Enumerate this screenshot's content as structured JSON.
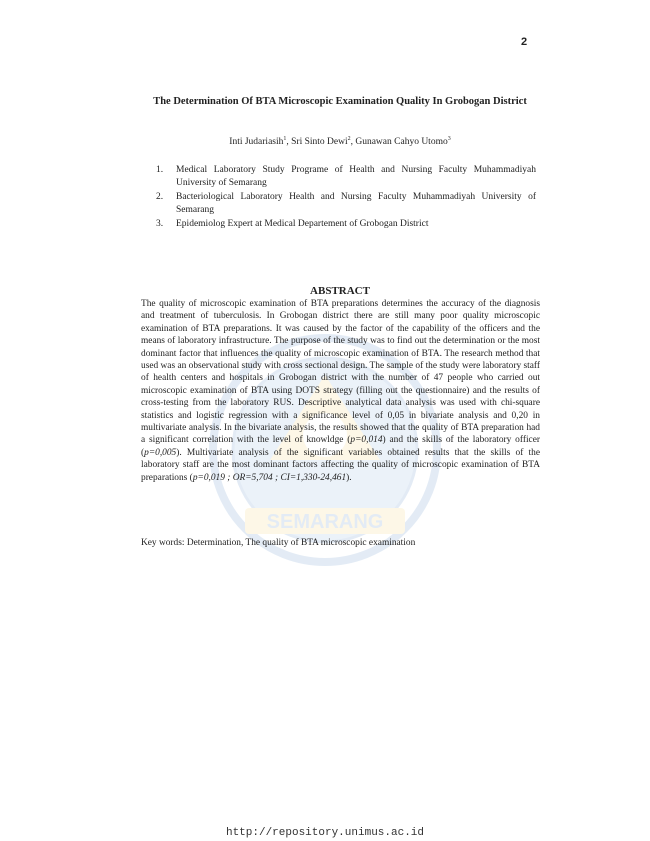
{
  "page_number": "2",
  "title": "The Determination Of BTA Microscopic Examination Quality In Grobogan District",
  "authors": [
    {
      "name": "Inti Judariasih",
      "sup": "1",
      "sep": ", "
    },
    {
      "name": "Sri Sinto Dewi",
      "sup": "2",
      "sep": ", "
    },
    {
      "name": "Gunawan Cahyo Utomo",
      "sup": "3",
      "sep": ""
    }
  ],
  "affiliations": [
    {
      "num": "1.",
      "text": "Medical Laboratory Study Programe of Health and Nursing Faculty Muhammadiyah University of Semarang"
    },
    {
      "num": "2.",
      "text": "Bacteriological Laboratory Health and Nursing Faculty Muhammadiyah University of Semarang"
    },
    {
      "num": "3.",
      "text": "Epidemiolog Expert at Medical Departement of Grobogan District"
    }
  ],
  "abstract": {
    "heading": "ABSTRACT",
    "part1": "The quality of microscopic examination of BTA preparations determines the accuracy of the diagnosis and treatment of tuberculosis. In Grobogan district there are still many poor quality microscopic examination of BTA preparations. It was caused by the factor of the capability of the officers and the means of laboratory infrastructure. The purpose of the study was to find out the determination or the most dominant factor that influences the quality of microscopic examination of BTA. The research method that used was an observational study with cross sectional design. The sample of the study were laboratory staff of health centers and hospitals in Grobogan district with the number of 47 people who carried out microscopic examination of BTA using DOTS strategy (filling out the questionnaire) and the results of cross-testing from the laboratory RUS. Descriptive analytical data analysis was used with chi-square statistics and logistic regression with a significance level of 0,05 in bivariate analysis and 0,20 in multivariate analysis. In the bivariate analysis, the results showed that the quality of BTA preparation had a significant correlation with the level of knowldge (",
    "p1": "p=0,014",
    "part2": ") and the skills of the laboratory officer (",
    "p2": "p=0,005",
    "part3": "). Multivariate analysis of the significant variables obtained results that the skills of the laboratory staff are the most dominant factors affecting the quality of microscopic examination of BTA preparations (",
    "stats": "p=0,019 ; OR=5,704 ; CI=1,330-24,461",
    "part4": ")."
  },
  "keywords": "Key words: Determination, The quality of  BTA microscopic examination",
  "watermark_text": "SEMARANG",
  "footer_url": "http://repository.unimus.ac.id"
}
